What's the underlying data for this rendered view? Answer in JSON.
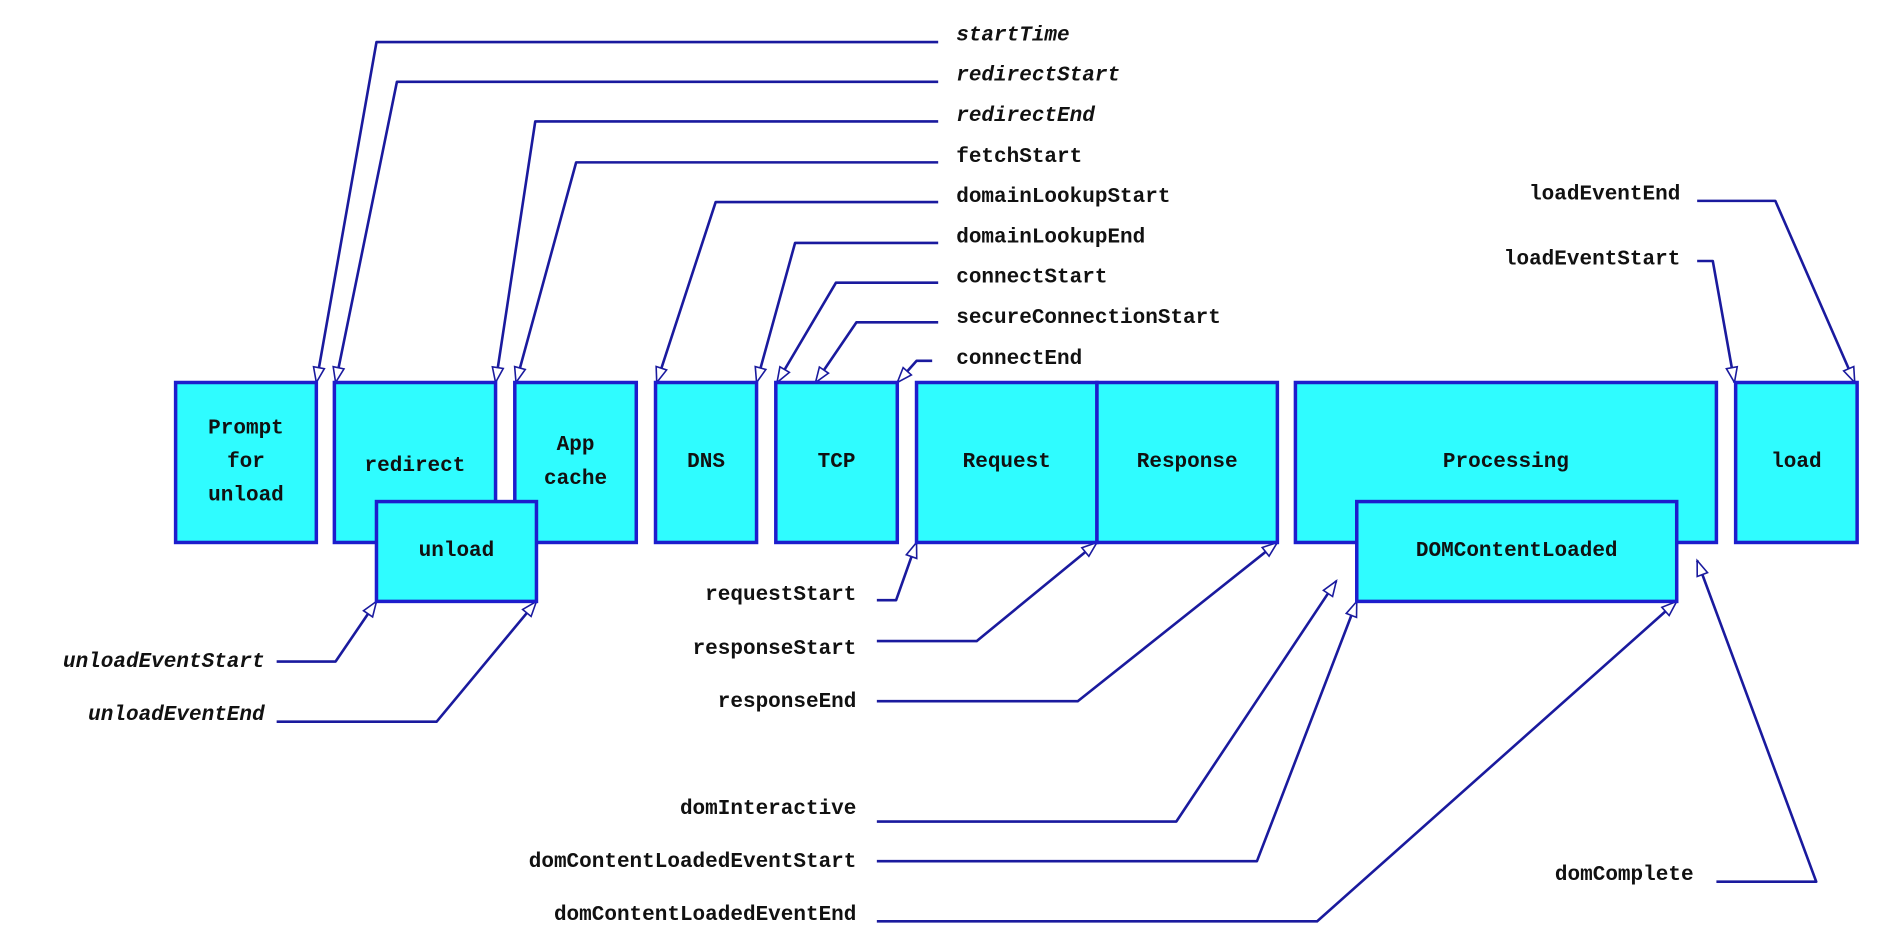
{
  "colors": {
    "box_fill": "#2ffcff",
    "box_stroke": "#1d1dcc",
    "line": "#1a1a9e",
    "text": "#111111"
  },
  "phases": {
    "prompt_for_unload": [
      "Prompt",
      "for",
      "unload"
    ],
    "redirect": [
      "redirect"
    ],
    "unload": [
      "unload"
    ],
    "app_cache": [
      "App",
      "cache"
    ],
    "dns": [
      "DNS"
    ],
    "tcp": [
      "TCP"
    ],
    "request": [
      "Request"
    ],
    "response": [
      "Response"
    ],
    "processing": [
      "Processing"
    ],
    "dom_content_loaded": [
      "DOMContentLoaded"
    ],
    "load": [
      "load"
    ]
  },
  "events": {
    "startTime": "startTime",
    "redirectStart": "redirectStart",
    "redirectEnd": "redirectEnd",
    "fetchStart": "fetchStart",
    "domainLookupStart": "domainLookupStart",
    "domainLookupEnd": "domainLookupEnd",
    "connectStart": "connectStart",
    "secureConnectionStart": "secureConnectionStart",
    "connectEnd": "connectEnd",
    "loadEventEnd": "loadEventEnd",
    "loadEventStart": "loadEventStart",
    "unloadEventStart": "unloadEventStart",
    "unloadEventEnd": "unloadEventEnd",
    "requestStart": "requestStart",
    "responseStart": "responseStart",
    "responseEnd": "responseEnd",
    "domInteractive": "domInteractive",
    "domContentLoadedEventStart": "domContentLoadedEventStart",
    "domContentLoadedEventEnd": "domContentLoadedEventEnd",
    "domComplete": "domComplete"
  },
  "italic_events": [
    "startTime",
    "redirectStart",
    "redirectEnd",
    "unloadEventStart",
    "unloadEventEnd"
  ]
}
